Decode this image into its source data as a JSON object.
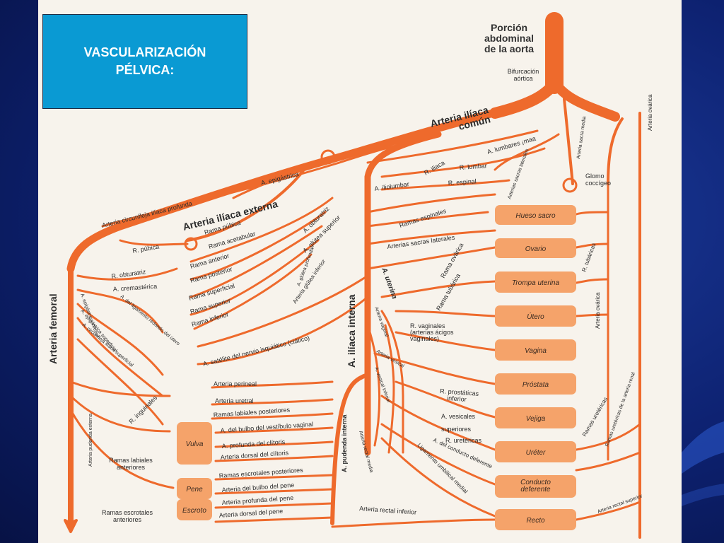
{
  "title": {
    "line1": "VASCULARIZACIÓN",
    "line2": "PÉLVICA:"
  },
  "colors": {
    "artery": "#ee6a2c",
    "organ": "#f5a36a",
    "title_bg": "#0a9ad3",
    "paper": "#f7f3ec",
    "text": "#2b2b2b"
  },
  "labels": {
    "porcion": [
      "Porción",
      "abdominal",
      "de la aorta"
    ],
    "bifurcacion": [
      "Bifurcación",
      "aórtica"
    ],
    "iliaca_comun": [
      "Arteria ilíaca",
      "común"
    ],
    "iliaca_externa": "Arteria ilíaca externa",
    "iliaca_interna": "A. ilíaca interna",
    "femoral": "Arteria femoral",
    "glomo": [
      "Glomo",
      "coccígeo"
    ],
    "ovarica_top": "Arteria ovárica",
    "sacra_media": "Arteria sacra media",
    "epigastrica": "A. epigástrica",
    "circunfleja_profunda": "Arteria circunfleja ilíaca profunda",
    "lumbares": "A. lumbares ¡maa",
    "sacras_laterales_top": "Arterias sacras laterales",
    "ilio_iliaca": "R. iliaca",
    "iliolumbar": "A. iliolumbar",
    "r_lumbar": "R. lumbar",
    "r_espinal": "R. espinal",
    "ramas_espinales": "Ramas espinales",
    "sacras_laterales": "Arterias sacras laterales",
    "obturatriz": "A. obturatriz",
    "glutea_superior": "A. glútea superior",
    "rama_pubica": "Rama púbica",
    "r_pubica": "R. púbica",
    "rama_acetabular": "Rama acetabular",
    "rama_anterior": "Rama anterior",
    "rama_posterior": "Rama posterior",
    "rama_superficial": "Rama superficial",
    "rama_superior": "Rama superior",
    "rama_inferior": "Rama inferior",
    "r_obturatriz": "R. obturatriz",
    "cremasterica": "A. cremastérica",
    "epigastrica_inf": "A. epigástrica inferior",
    "epigastrica_sup": "A. epigástrica superficial",
    "circunfleja_sup": "A. circunfleja ilíaca superficial",
    "pudenda_ext": "Arteria pudenda externa",
    "ligamento_redondo": "A. del ligamento redondo del útero",
    "glutea_inferior": "Arteria glútea inferior",
    "glutea_prof": "A. glútea profunda",
    "satelite_ciatico": "A. satélite del nervio isquiático (ciático)",
    "r_inguinales": "R. inguinales",
    "uterina": "A. uterina",
    "ovarica_rama": "Rama ovárica",
    "tubarica": "Rama tubárica",
    "r_tubaricas": "R. tubáricas",
    "vaginales": [
      "R. vaginales",
      "(arterias ácigos",
      "vaginales)"
    ],
    "a_vaginal": "Arteria vaginal",
    "a_vesical": "Arteria vesical",
    "vesical_inf": "A. vesical inferior",
    "r_prostaticas": "R. prostáticas",
    "inferior": "inferior",
    "a_vesicales": "A. vesicales",
    "superiores": "superiores",
    "r_uretericas": "R. uretéricas",
    "a_conducto": "A. del conducto deferente",
    "lig_umbilical": "Ligamento umbilical medial",
    "a_rectal_media": "Arteria rectal media",
    "a_rectal_inf": "Arteria rectal inferior",
    "a_rectal_sup": "Arteria rectal superior",
    "a_perineal": "Arteria perineal",
    "a_uretral": "Arteria uretral",
    "labiales_post": "Ramas labiales posteriores",
    "bulbo_vestibulo": "A. del bulbo del vestíbulo vaginal",
    "profunda_clitoris": "A. profunda del clítoris",
    "dorsal_clitoris": "Arteria dorsal del clítoris",
    "escrotales_post": "Ramas escrotales posteriores",
    "bulbo_pene": "Arteria del bulbo del pene",
    "profunda_pene": "Arteria profunda del pene",
    "dorsal_pene": "Arteria dorsal del pene",
    "labiales_ant": [
      "Ramas labiales",
      "anteriores"
    ],
    "escrotales_ant": [
      "Ramas escrotales",
      "anteriores"
    ],
    "pudenda_int": "A. pudenda interna",
    "ovarica_right": "Arteria ovárica",
    "r_tubaricas_r": "R. tubáricas",
    "ramas_ureterica": "Ramas uretéricas",
    "ureterica_ovarica": "Ramas uretéricas de la arteria renal"
  },
  "organs": [
    {
      "label": "Hueso sacro"
    },
    {
      "label": "Ovario"
    },
    {
      "label": "Trompa uterina"
    },
    {
      "label": "Útero"
    },
    {
      "label": "Vagina"
    },
    {
      "label": "Próstata"
    },
    {
      "label": "Vejiga"
    },
    {
      "label": "Uréter"
    },
    {
      "label": "Conducto deferente"
    },
    {
      "label": "Recto"
    },
    {
      "label": "Vulva"
    },
    {
      "label": "Pene"
    },
    {
      "label": "Escroto"
    }
  ]
}
